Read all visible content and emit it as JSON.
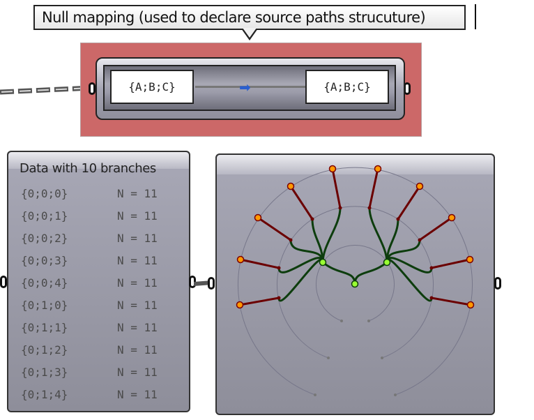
{
  "tooltip": {
    "text": "Null mapping (used to declare source paths strucuture)"
  },
  "mapper": {
    "source": "{A;B;C}",
    "target": "{A;B;C}",
    "arrow_icon": "right-arrow-icon",
    "group_color": "#cc6868"
  },
  "data_panel": {
    "title": "Data with 10 branches",
    "rows": [
      {
        "path": "{0;0;0}",
        "count": "N = 11"
      },
      {
        "path": "{0;0;1}",
        "count": "N = 11"
      },
      {
        "path": "{0;0;2}",
        "count": "N = 11"
      },
      {
        "path": "{0;0;3}",
        "count": "N = 11"
      },
      {
        "path": "{0;0;4}",
        "count": "N = 11"
      },
      {
        "path": "{0;1;0}",
        "count": "N = 11"
      },
      {
        "path": "{0;1;1}",
        "count": "N = 11"
      },
      {
        "path": "{0;1;2}",
        "count": "N = 11"
      },
      {
        "path": "{0;1;3}",
        "count": "N = 11"
      },
      {
        "path": "{0;1;4}",
        "count": "N = 11"
      }
    ]
  },
  "tree_viewer": {
    "root_branches": 2,
    "leaf_branches": 10,
    "colors": {
      "leaf": "#ff9900",
      "inner_node": "#99ff33",
      "leaf_edge": "#6b0000",
      "inner_edge": "#0d3d0d"
    }
  }
}
